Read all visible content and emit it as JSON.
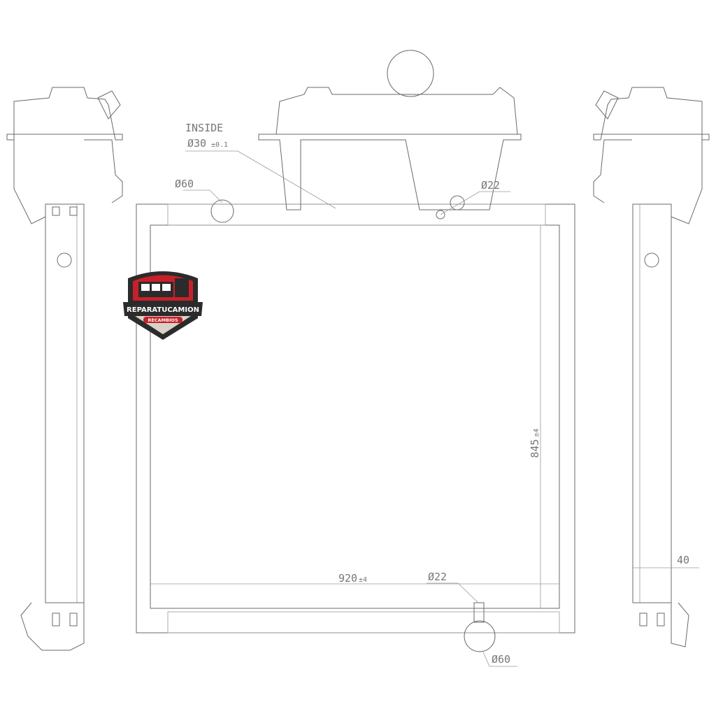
{
  "drawing": {
    "top_note_line1": "INSIDE",
    "top_note_dia": "Ø30",
    "top_note_tol": "±0.1",
    "top_left_inlet": "Ø60",
    "top_right_port": "Ø22",
    "height_dim": "845",
    "height_tol": "±4",
    "width_dim": "920",
    "width_tol": "±4",
    "bottom_port": "Ø22",
    "bottom_outlet": "Ø60",
    "side_depth": "40"
  },
  "logo": {
    "brand": "REPARATUCAMION",
    "sub": "RECAMBIOS",
    "colors": {
      "red": "#c8202a",
      "dark": "#2b2b2b"
    }
  }
}
